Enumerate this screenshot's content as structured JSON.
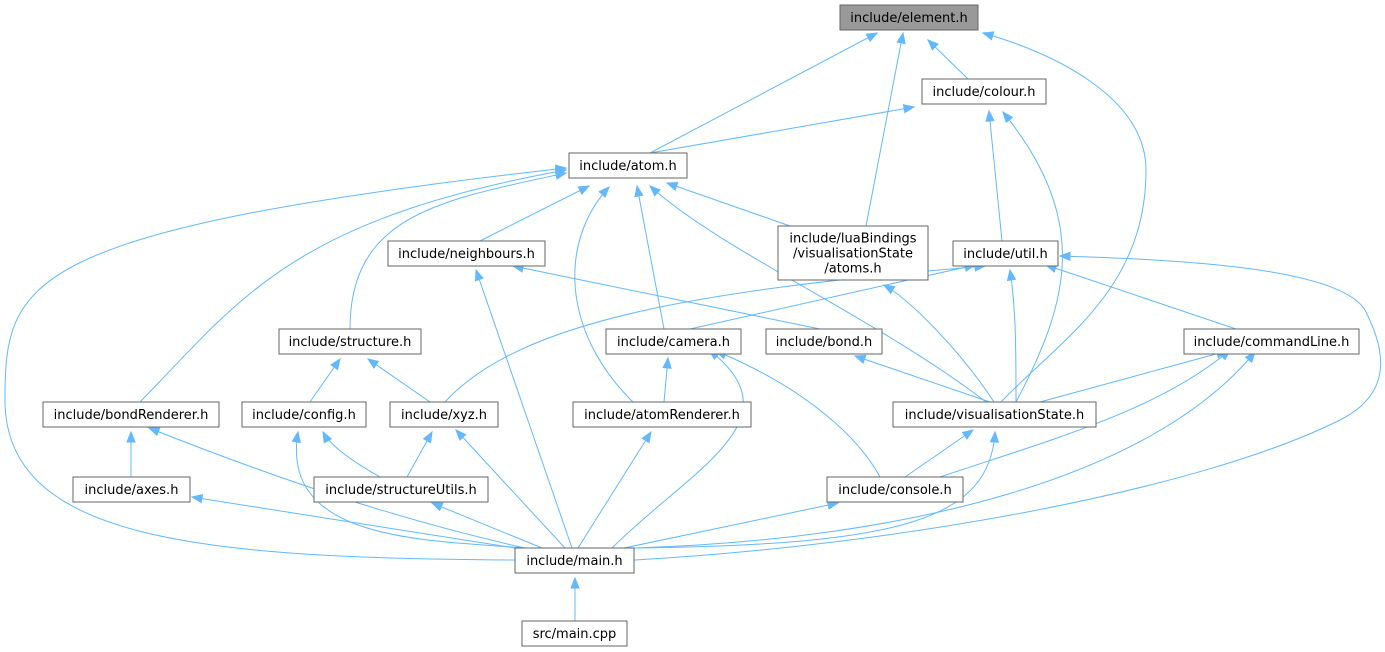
{
  "graph": {
    "type": "include-dependency-graph",
    "edge_color": "#63b8ff",
    "root_fill": "#999999",
    "nodes": [
      {
        "id": "element",
        "lines": [
          "include/element.h"
        ],
        "root": true
      },
      {
        "id": "colour",
        "lines": [
          "include/colour.h"
        ]
      },
      {
        "id": "atom",
        "lines": [
          "include/atom.h"
        ]
      },
      {
        "id": "luaatoms",
        "lines": [
          "include/luaBindings",
          "/visualisationState",
          "/atoms.h"
        ]
      },
      {
        "id": "util",
        "lines": [
          "include/util.h"
        ]
      },
      {
        "id": "neighbours",
        "lines": [
          "include/neighbours.h"
        ]
      },
      {
        "id": "structure",
        "lines": [
          "include/structure.h"
        ]
      },
      {
        "id": "camera",
        "lines": [
          "include/camera.h"
        ]
      },
      {
        "id": "bond",
        "lines": [
          "include/bond.h"
        ]
      },
      {
        "id": "commandLine",
        "lines": [
          "include/commandLine.h"
        ]
      },
      {
        "id": "bondRenderer",
        "lines": [
          "include/bondRenderer.h"
        ]
      },
      {
        "id": "config",
        "lines": [
          "include/config.h"
        ]
      },
      {
        "id": "xyz",
        "lines": [
          "include/xyz.h"
        ]
      },
      {
        "id": "atomRenderer",
        "lines": [
          "include/atomRenderer.h"
        ]
      },
      {
        "id": "visState",
        "lines": [
          "include/visualisationState.h"
        ]
      },
      {
        "id": "axes",
        "lines": [
          "include/axes.h"
        ]
      },
      {
        "id": "structUtils",
        "lines": [
          "include/structureUtils.h"
        ]
      },
      {
        "id": "console",
        "lines": [
          "include/console.h"
        ]
      },
      {
        "id": "main",
        "lines": [
          "include/main.h"
        ]
      },
      {
        "id": "maincpp",
        "lines": [
          "src/main.cpp"
        ]
      }
    ],
    "edges": [
      {
        "from": "colour",
        "to": "element"
      },
      {
        "from": "atom",
        "to": "element"
      },
      {
        "from": "luaatoms",
        "to": "element"
      },
      {
        "from": "visState",
        "to": "element"
      },
      {
        "from": "atom",
        "to": "colour"
      },
      {
        "from": "util",
        "to": "colour"
      },
      {
        "from": "visState",
        "to": "colour"
      },
      {
        "from": "neighbours",
        "to": "atom"
      },
      {
        "from": "luaatoms",
        "to": "atom"
      },
      {
        "from": "structure",
        "to": "atom"
      },
      {
        "from": "camera",
        "to": "atom"
      },
      {
        "from": "atomRenderer",
        "to": "atom"
      },
      {
        "from": "bondRenderer",
        "to": "atom"
      },
      {
        "from": "visState",
        "to": "atom"
      },
      {
        "from": "main",
        "to": "atom"
      },
      {
        "from": "visState",
        "to": "luaatoms"
      },
      {
        "from": "camera",
        "to": "util"
      },
      {
        "from": "xyz",
        "to": "util"
      },
      {
        "from": "commandLine",
        "to": "util"
      },
      {
        "from": "visState",
        "to": "util"
      },
      {
        "from": "main",
        "to": "util"
      },
      {
        "from": "bond",
        "to": "neighbours"
      },
      {
        "from": "main",
        "to": "neighbours"
      },
      {
        "from": "config",
        "to": "structure"
      },
      {
        "from": "xyz",
        "to": "structure"
      },
      {
        "from": "atomRenderer",
        "to": "camera"
      },
      {
        "from": "console",
        "to": "camera"
      },
      {
        "from": "main",
        "to": "camera"
      },
      {
        "from": "visState",
        "to": "bond"
      },
      {
        "from": "visState",
        "to": "commandLine"
      },
      {
        "from": "console",
        "to": "commandLine"
      },
      {
        "from": "main",
        "to": "commandLine"
      },
      {
        "from": "axes",
        "to": "bondRenderer"
      },
      {
        "from": "main",
        "to": "bondRenderer"
      },
      {
        "from": "structUtils",
        "to": "config"
      },
      {
        "from": "main",
        "to": "config"
      },
      {
        "from": "structUtils",
        "to": "xyz"
      },
      {
        "from": "main",
        "to": "xyz"
      },
      {
        "from": "main",
        "to": "atomRenderer"
      },
      {
        "from": "console",
        "to": "visState"
      },
      {
        "from": "main",
        "to": "visState"
      },
      {
        "from": "main",
        "to": "axes"
      },
      {
        "from": "main",
        "to": "structUtils"
      },
      {
        "from": "main",
        "to": "console"
      },
      {
        "from": "maincpp",
        "to": "main"
      }
    ]
  }
}
